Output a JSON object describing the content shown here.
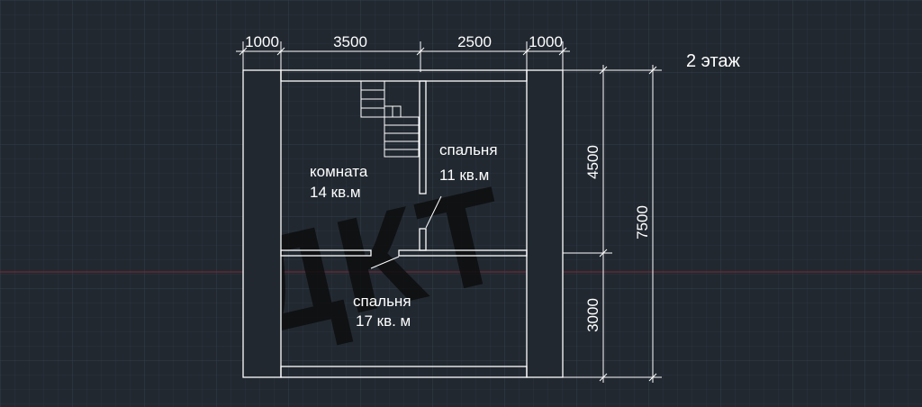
{
  "title": "2 этаж",
  "watermark": "ДКТ",
  "dimensions": {
    "top": [
      "1000",
      "3500",
      "2500",
      "1000"
    ],
    "right": [
      "4500",
      "3000"
    ],
    "overall": "7500"
  },
  "rooms": [
    {
      "name": "комната",
      "area": "14 кв.м"
    },
    {
      "name": "спальня",
      "area": "11 кв.м"
    },
    {
      "name": "спальня",
      "area": "17 кв. м"
    }
  ],
  "colors": {
    "background": "#212830",
    "grid": "#2e3742",
    "lines": "#ffffff",
    "axis": "#7a2a35"
  }
}
